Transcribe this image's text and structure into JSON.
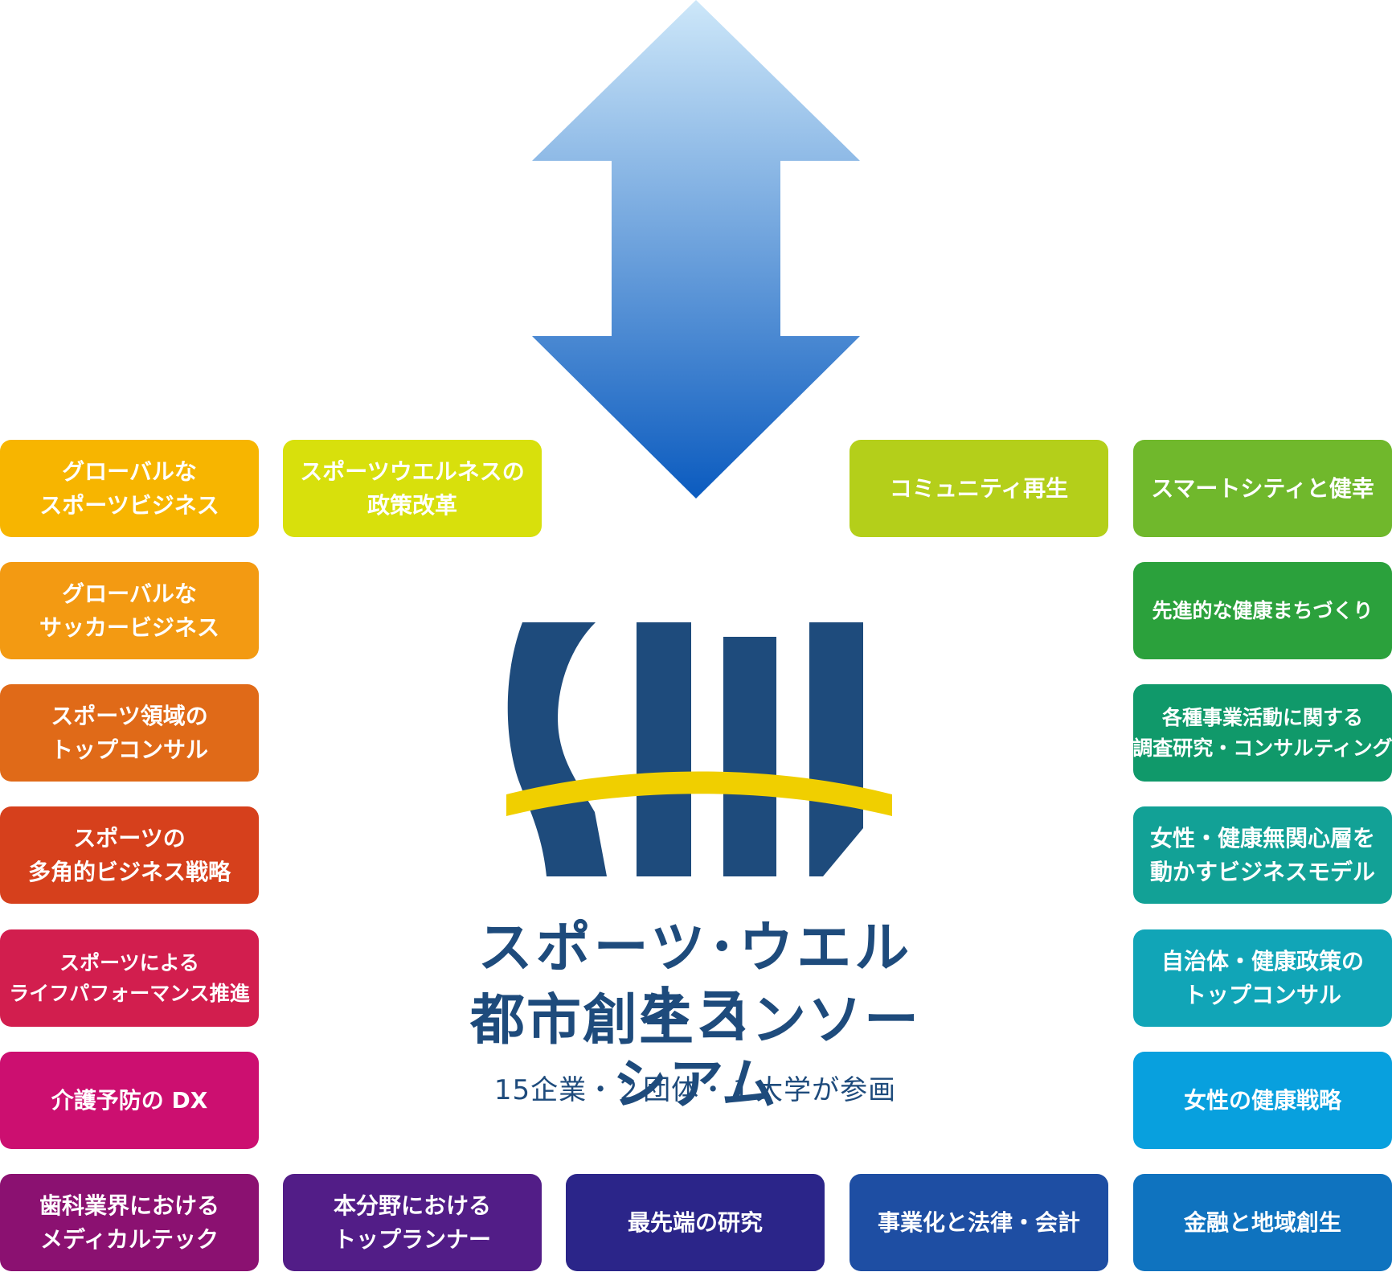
{
  "tiles": {
    "left_col": [
      {
        "lines": [
          "グローバルな",
          "スポーツビジネス"
        ],
        "color": "#f7b500"
      },
      {
        "lines": [
          "グローバルな",
          "サッカービジネス"
        ],
        "color": "#f39a12"
      },
      {
        "lines": [
          "スポーツ領域の",
          "トップコンサル"
        ],
        "color": "#e06a18"
      },
      {
        "lines": [
          "スポーツの",
          "多角的ビジネス戦略"
        ],
        "color": "#d6401c"
      },
      {
        "lines": [
          "スポーツによる",
          "ライフパフォーマンス推進"
        ],
        "color": "#d21e4e"
      },
      {
        "lines": [
          "介護予防の DX"
        ],
        "color": "#cc0f70"
      },
      {
        "lines": [
          "歯科業界における",
          "メディカルテック"
        ],
        "color": "#8b1171"
      }
    ],
    "second_col": [
      {
        "lines": [
          "スポーツウエルネスの",
          "政策改革"
        ],
        "color": "#d8e00c"
      }
    ],
    "bottom_row": [
      {
        "lines": [
          "本分野における",
          "トップランナー"
        ],
        "color": "#521d87"
      },
      {
        "lines": [
          "最先端の研究"
        ],
        "color": "#2b2589"
      },
      {
        "lines": [
          "事業化と法律・会計"
        ],
        "color": "#1e4ea3"
      }
    ],
    "fourth_col": [
      {
        "lines": [
          "コミュニティ再生"
        ],
        "color": "#b4cf1a"
      }
    ],
    "right_col": [
      {
        "lines": [
          "スマートシティと健幸"
        ],
        "color": "#70b82c"
      },
      {
        "lines": [
          "先進的な健康まちづくり"
        ],
        "color": "#2ba13c"
      },
      {
        "lines": [
          "各種事業活動に関する",
          "調査研究・コンサルティング"
        ],
        "color": "#10996a"
      },
      {
        "lines": [
          "女性・健康無関心層を",
          "動かすビジネスモデル"
        ],
        "color": "#12a196"
      },
      {
        "lines": [
          "自治体・健康政策の",
          "トップコンサル"
        ],
        "color": "#11a5b7"
      },
      {
        "lines": [
          "女性の健康戦略"
        ],
        "color": "#08a0de"
      },
      {
        "lines": [
          "金融と地域創生"
        ],
        "color": "#0f73bf"
      }
    ]
  },
  "brand": {
    "line1": "スポーツ･ウエルネス",
    "line2": "都市創生コンソーシアム",
    "sub": "15企業・２団体・１大学が参画"
  },
  "logo": {
    "bar_color": "#1e4b7c",
    "arc_color": "#f0cf00"
  },
  "arrow": {
    "top_color": "#cde7f9",
    "bottom_color": "#0b5bbf"
  }
}
